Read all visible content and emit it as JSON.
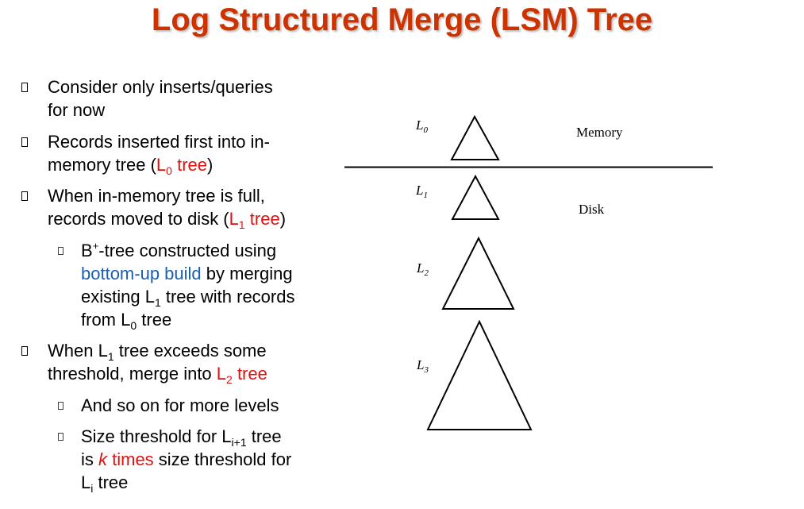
{
  "title": "Log Structured Merge (LSM) Tree",
  "bullets": {
    "b1_l1": "Consider only inserts/queries",
    "b1_l2": "for now",
    "b2_l1": "Records inserted first into in-",
    "b2_l2_pre": "memory tree (",
    "b2_l2_red": "L",
    "b2_l2_sub": "0",
    "b2_l2_red2": " tree",
    "b2_l2_post": ")",
    "b3_l1": "When in-memory tree is full,",
    "b3_l2_pre": "records moved to disk (",
    "b3_l2_red": "L",
    "b3_l2_sub": "1",
    "b3_l2_red2": " tree",
    "b3_l2_post": ")",
    "s1_l1_a": "B",
    "s1_l1_sup": "+",
    "s1_l1_b": "-tree constructed using",
    "s1_l2_blue": "bottom-up build",
    "s1_l2_post": " by merging",
    "s1_l3_a": "existing L",
    "s1_l3_sub": "1",
    "s1_l3_b": " tree with records",
    "s1_l4_a": "from L",
    "s1_l4_sub": "0",
    "s1_l4_b": " tree",
    "b4_l1_a": "When L",
    "b4_l1_sub": "1",
    "b4_l1_b": " tree exceeds some",
    "b4_l2_pre": "threshold, merge into ",
    "b4_l2_red": "L",
    "b4_l2_sub": "2",
    "b4_l2_red2": " tree",
    "s2_l1": "And so on for more levels",
    "s3_l1_a": "Size threshold for L",
    "s3_l1_sub": "i+1",
    "s3_l1_b": " tree",
    "s3_l2_pre": "is ",
    "s3_l2_k": "k",
    "s3_l2_red": " times",
    "s3_l2_post": " size threshold for",
    "s3_l3_a": "L",
    "s3_l3_sub": "i",
    "s3_l3_b": " tree"
  },
  "diagram": {
    "level_letter": "L",
    "l0_sub": "0",
    "l1_sub": "1",
    "l2_sub": "2",
    "l3_sub": "3",
    "memory_label": "Memory",
    "disk_label": "Disk"
  },
  "colors": {
    "title": "#cc3300",
    "highlight_red": "#e01010",
    "highlight_blue": "#1a5fb4"
  }
}
